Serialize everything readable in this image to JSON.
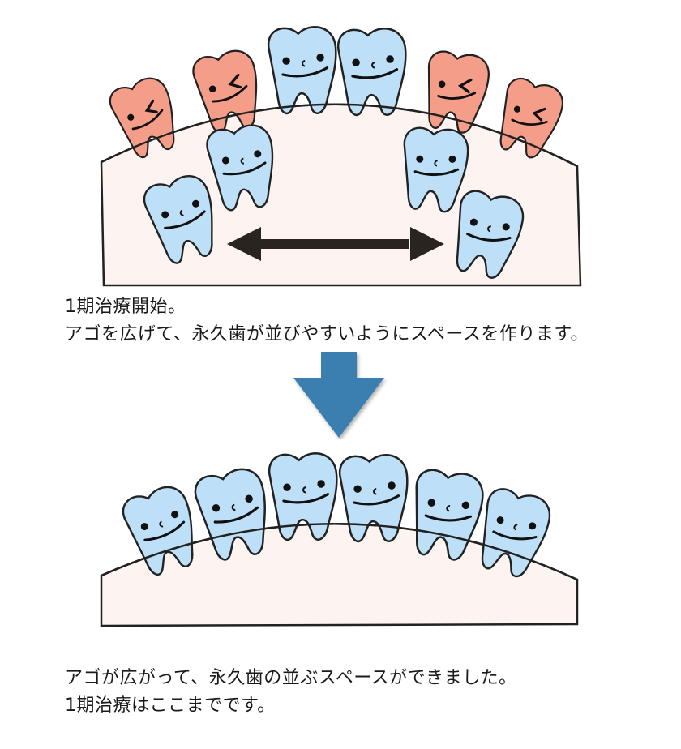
{
  "colors": {
    "jaw_fill": "#fdf4f2",
    "outline": "#222222",
    "permanent_tooth": "#bde0f8",
    "permanent_tooth_root": "#c4dff3",
    "baby_tooth": "#f49e8a",
    "arrow_blue": "#3b7fb0",
    "arrow_dark": "#2a2421"
  },
  "before": {
    "caption_line1": "1期治療開始。",
    "caption_line2": "アゴを広げて、永久歯が並びやすいようにスペースを作ります。",
    "teeth": [
      {
        "kind": "baby",
        "face": "wink"
      },
      {
        "kind": "baby",
        "face": "wink"
      },
      {
        "kind": "permanent",
        "face": "smile"
      },
      {
        "kind": "permanent",
        "face": "smile"
      },
      {
        "kind": "baby",
        "face": "wink"
      },
      {
        "kind": "baby",
        "face": "wink"
      },
      {
        "kind": "permanent",
        "face": "smile"
      },
      {
        "kind": "permanent",
        "face": "smile"
      },
      {
        "kind": "permanent",
        "face": "smile"
      },
      {
        "kind": "permanent",
        "face": "smile"
      }
    ],
    "expansion_arrow": "double-headed"
  },
  "transition_arrow": "down",
  "after": {
    "caption_line1": "アゴが広がって、永久歯の並ぶスペースができました。",
    "caption_line2": "1期治療はここまでです。",
    "teeth": [
      {
        "kind": "permanent",
        "face": "smile"
      },
      {
        "kind": "permanent",
        "face": "smile"
      },
      {
        "kind": "permanent",
        "face": "smile"
      },
      {
        "kind": "permanent",
        "face": "smile"
      },
      {
        "kind": "permanent",
        "face": "smile"
      },
      {
        "kind": "permanent",
        "face": "smile"
      }
    ]
  }
}
